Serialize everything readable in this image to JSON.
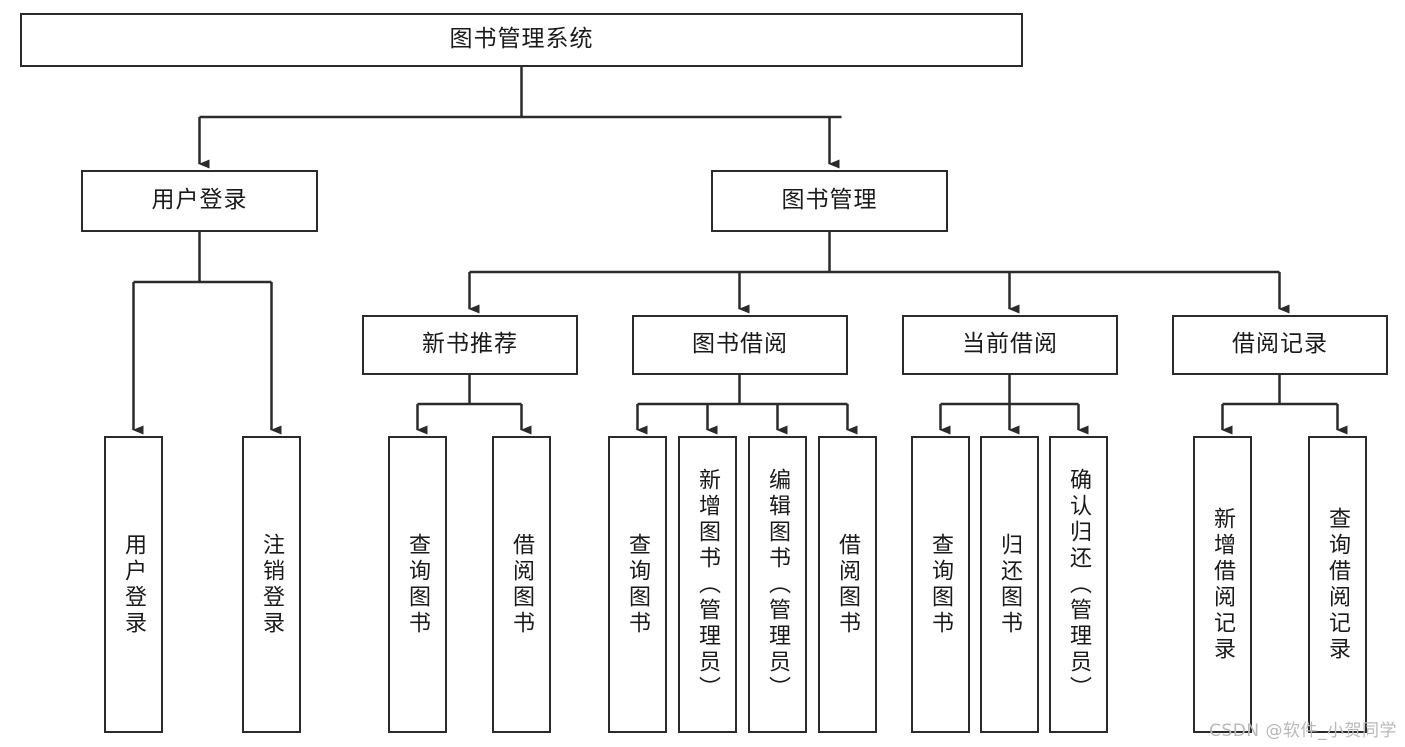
{
  "diagram": {
    "title": "图书管理系统",
    "type": "functional-structure-tree",
    "root": {
      "label": "图书管理系统"
    },
    "level2": [
      {
        "label": "用户登录"
      },
      {
        "label": "图书管理"
      }
    ],
    "level3": [
      {
        "label": "新书推荐"
      },
      {
        "label": "图书借阅"
      },
      {
        "label": "当前借阅"
      },
      {
        "label": "借阅记录"
      }
    ],
    "leaves": {
      "user_login": [
        {
          "label": "用户登录"
        },
        {
          "label": "注销登录"
        }
      ],
      "new_book_recommend": [
        {
          "label": "查询图书"
        },
        {
          "label": "借阅图书"
        }
      ],
      "book_borrow": [
        {
          "label": "查询图书"
        },
        {
          "label": "新增图书（管理员）"
        },
        {
          "label": "编辑图书（管理员）"
        },
        {
          "label": "借阅图书"
        }
      ],
      "current_borrow": [
        {
          "label": "查询图书"
        },
        {
          "label": "归还图书"
        },
        {
          "label": "确认归还（管理员）"
        }
      ],
      "borrow_record": [
        {
          "label": "新增借阅记录"
        },
        {
          "label": "查询借阅记录"
        }
      ]
    },
    "watermark": "CSDN @软件_小贺同学",
    "colors": {
      "stroke": "#2b2b2b",
      "fill": "#ffffff",
      "text": "#1a1a1a",
      "watermark": "#b9b9b9"
    }
  }
}
